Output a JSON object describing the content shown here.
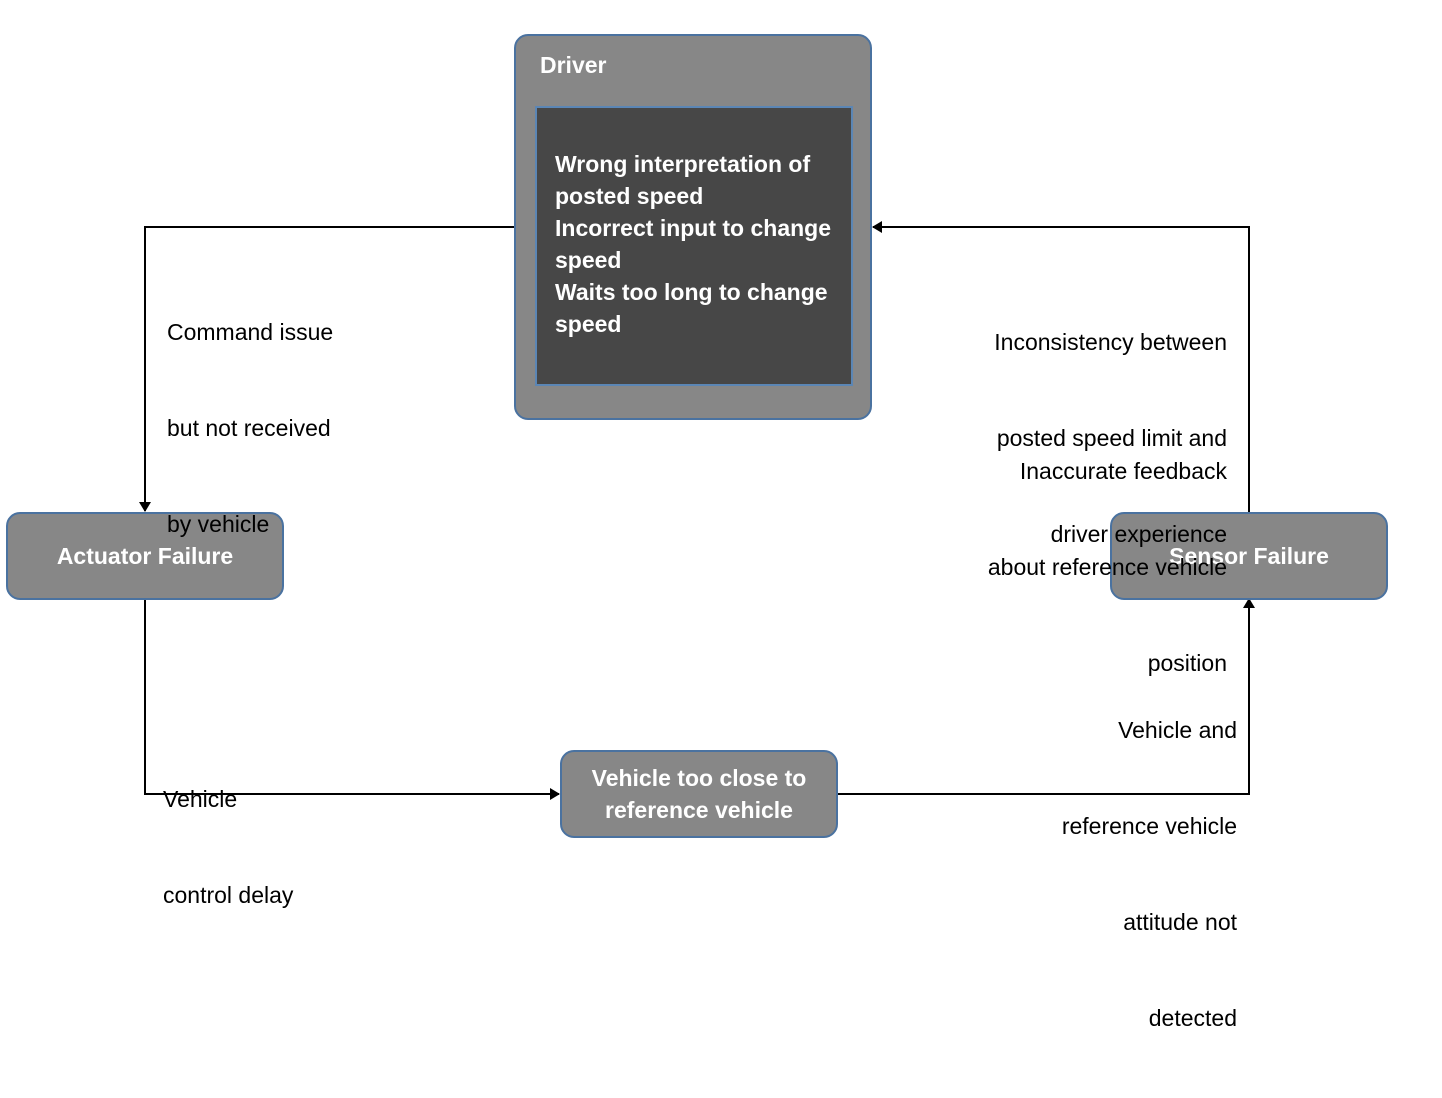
{
  "nodes": {
    "driver": {
      "title": "Driver",
      "issues": [
        "Wrong interpretation of",
        "posted speed",
        "Incorrect input to change",
        "speed",
        "Waits too long to change",
        "speed"
      ]
    },
    "actuator": {
      "label": "Actuator Failure"
    },
    "sensor": {
      "label": "Sensor Failure"
    },
    "close": {
      "label": "Vehicle too close to reference vehicle"
    }
  },
  "edges": {
    "driver_to_actuator": {
      "lines": [
        "Command issue",
        "but not received",
        "by vehicle"
      ]
    },
    "actuator_to_close": {
      "lines": [
        "Vehicle",
        "control delay"
      ]
    },
    "close_to_sensor": {
      "lines": [
        "Vehicle and",
        "reference vehicle",
        "attitude not",
        "detected"
      ]
    },
    "sensor_to_driver": {
      "group1": [
        "Inconsistency between",
        "posted speed limit and",
        "driver experience"
      ],
      "group2": [
        "Inaccurate feedback",
        "about reference vehicle",
        "position"
      ]
    }
  },
  "colors": {
    "box_fill": "#878787",
    "box_border": "#4a72a0",
    "inner_fill": "#474747",
    "line": "#000000"
  }
}
